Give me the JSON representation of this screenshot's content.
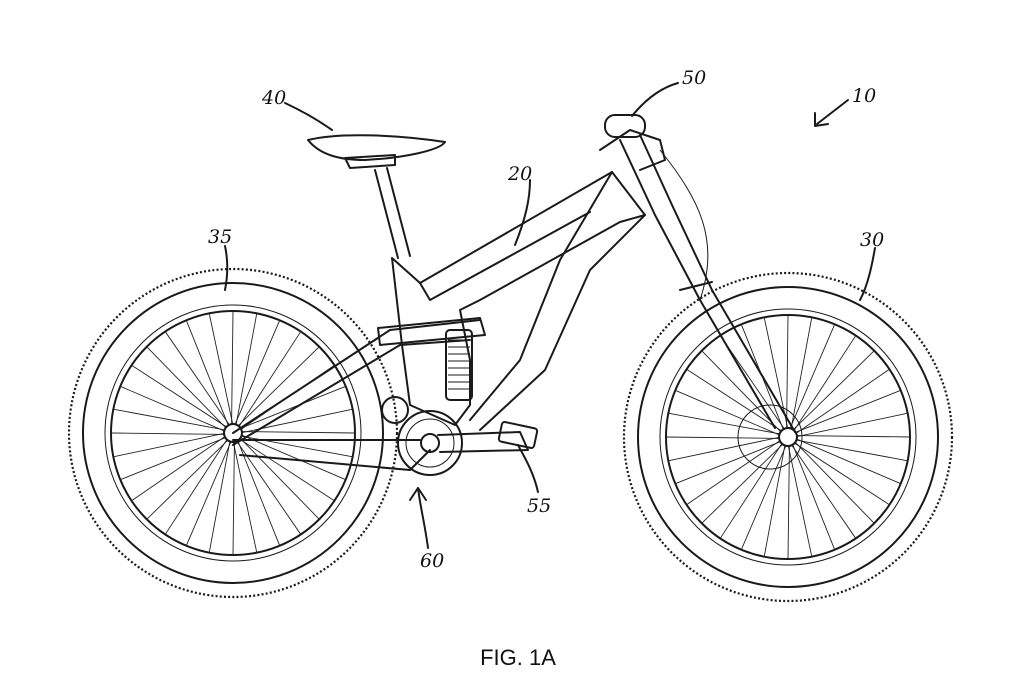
{
  "figure": {
    "caption": "FIG. 1A",
    "labels": {
      "bicycle": "10",
      "frame": "20",
      "front_wheel": "30",
      "rear_wheel": "35",
      "saddle": "40",
      "handlebar": "50",
      "pedal": "55",
      "drivetrain": "60"
    }
  }
}
